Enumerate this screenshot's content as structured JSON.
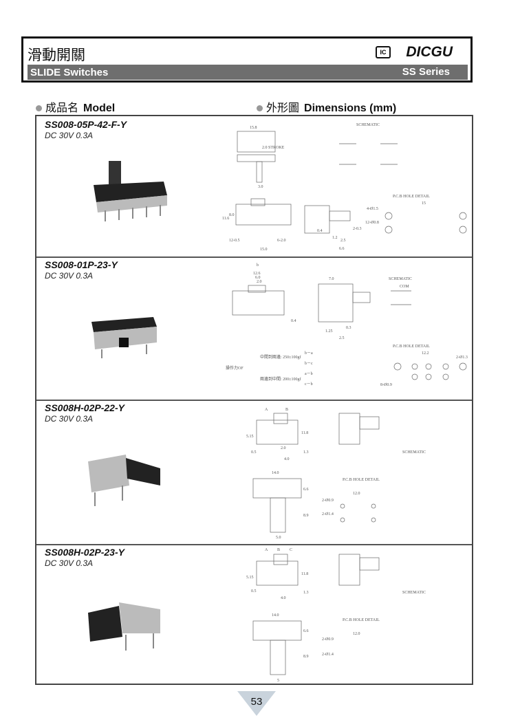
{
  "header": {
    "title_zh": "滑動開關",
    "brand_logo": "IC",
    "brand": "DICGU",
    "subtitle": "SLIDE Switches",
    "series": "SS Series"
  },
  "sections": {
    "model_zh": "成品名",
    "model_en": "Model",
    "dims_zh": "外形圖",
    "dims_en": "Dimensions (mm)"
  },
  "products": [
    {
      "model": "SS008-05P-42-F-Y",
      "spec": "DC 30V  0.3A",
      "labels": [
        "15.8",
        "2.0 STROKE",
        "SCHEMATIC",
        "P.C.B  HOLE  DETAIL",
        "15",
        "4-Ø1.5",
        "12-Ø0.8",
        "11.6",
        "8.0",
        "15.0",
        "12-0.5",
        "6-2.0",
        "3.0",
        "2.5",
        "6.6",
        "0.4",
        "2-0.3",
        "1.2"
      ]
    },
    {
      "model": "SS008-01P-23-Y",
      "spec": "DC 30V  0.3A",
      "labels": [
        "12.6",
        "6.0",
        "2.0",
        "7.0",
        "SCHEMATIC",
        "COM",
        "P.C.B  HOLE  DETAIL",
        "12.2",
        "2-Ø1.3",
        "8-Ø0.9",
        "1.25",
        "2.5",
        "0.3",
        "0.4"
      ],
      "force": {
        "title": "操作力OF",
        "line1": "中間到兩邊: 250±100gf",
        "line2": "兩邊到中間: 200±100gf",
        "a": "b－a",
        "b": "b－c",
        "c": "a－b",
        "d": "c－b"
      }
    },
    {
      "model": "SS008H-02P-22-Y",
      "spec": "DC 30V  0.3A",
      "labels": [
        "A",
        "B",
        "5.15",
        "11.8",
        "2.0",
        "0.5",
        "4.0",
        "1.3",
        "14.0",
        "6.6",
        "8.9",
        "5.0",
        "SCHEMATIC",
        "P.C.B  HOLE  DETAIL",
        "12.0",
        "2-Ø0.9",
        "2-Ø1.4"
      ]
    },
    {
      "model": "SS008H-02P-23-Y",
      "spec": "DC 30V  0.3A",
      "labels": [
        "A",
        "B",
        "C",
        "5.15",
        "11.8",
        "0.5",
        "4.0",
        "1.3",
        "14.0",
        "6.6",
        "8.9",
        "5",
        "SCHEMATIC",
        "P.C.B  HOLE  DETAIL",
        "12.0",
        "2-Ø0.9",
        "2-Ø1.4"
      ]
    }
  ],
  "page_number": "53"
}
